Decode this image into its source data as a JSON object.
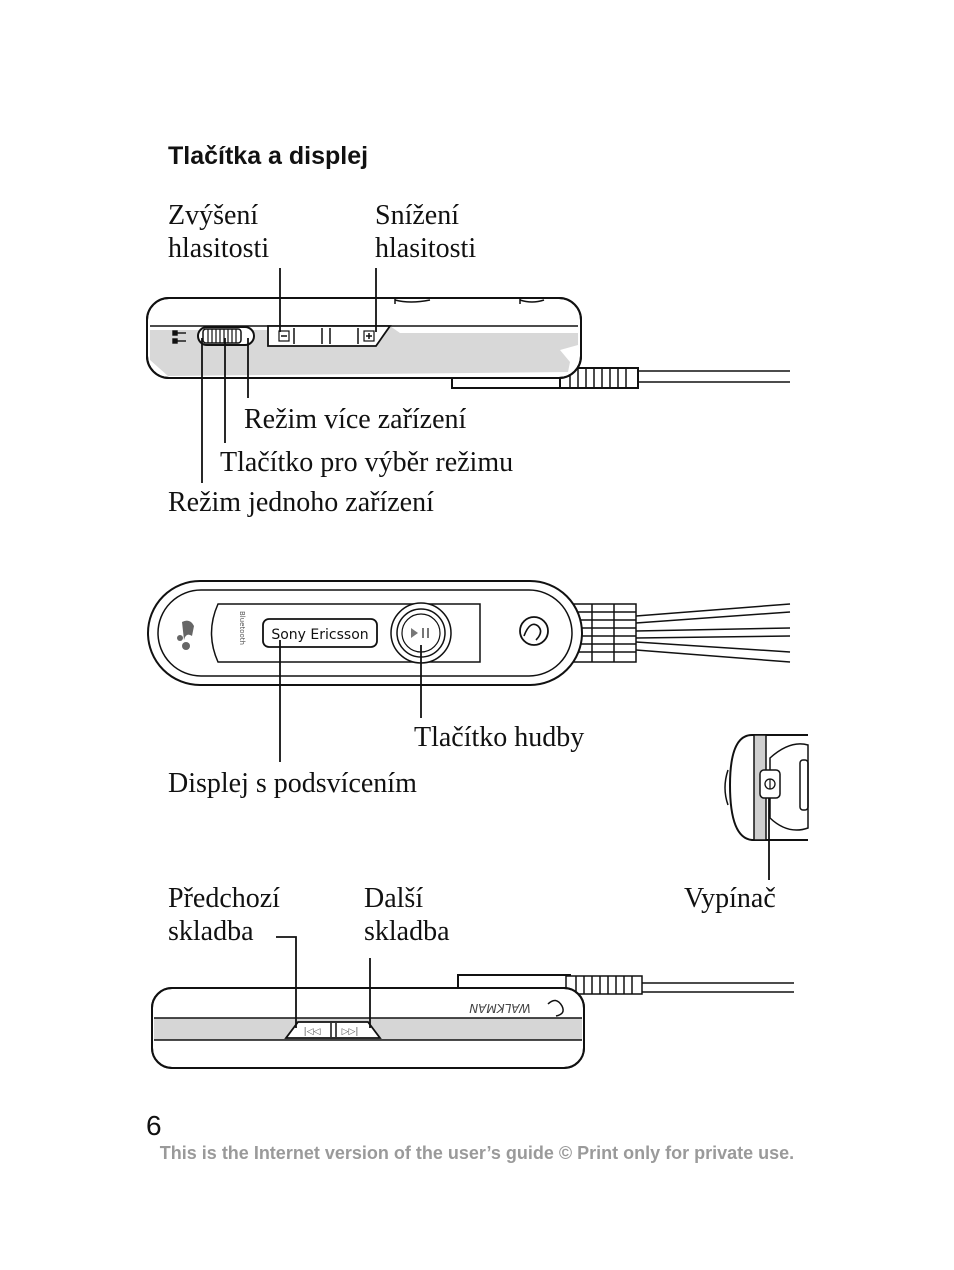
{
  "heading": "Tlačítka a displej",
  "labels": {
    "volume_up": [
      "Zvýšení",
      "hlasitosti"
    ],
    "volume_down": [
      "Snížení",
      "hlasitosti"
    ],
    "multi_device_mode": "Režim více zařízení",
    "mode_select_button": "Tlačítko pro výběr režimu",
    "single_device_mode": "Režim jednoho zařízení",
    "music_button": "Tlačítko hudby",
    "backlit_display": "Displej s podsvícením",
    "power_switch": "Vypínač",
    "previous_track": [
      "Předchozí",
      "skladba"
    ],
    "next_track": [
      "Další",
      "skladba"
    ]
  },
  "device_text": {
    "brand": "Sony Ericsson",
    "bluetooth": "Bluetooth",
    "walkman": "WALKMAN"
  },
  "page_number": "6",
  "footer": "This is the Internet version of the user’s guide © Print only for private use."
}
